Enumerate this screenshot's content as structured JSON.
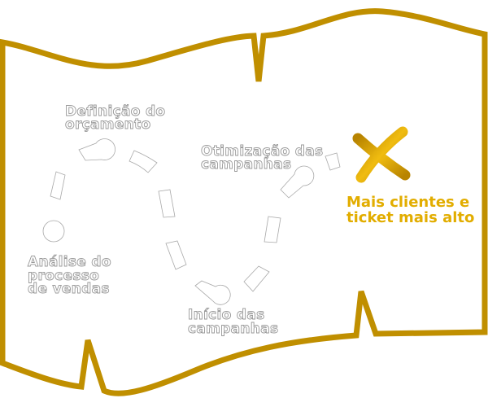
{
  "map": {
    "border_color": "#c08f00",
    "goal_color": "#e2ad00",
    "steps": [
      {
        "lines": [
          "Análise do",
          "processo",
          "de vendas"
        ]
      },
      {
        "lines": [
          "Definição do",
          "orçamento"
        ]
      },
      {
        "lines": [
          "Início das",
          "campanhas"
        ]
      },
      {
        "lines": [
          "Otimização das",
          "campanhas"
        ]
      }
    ],
    "goal": {
      "lines": [
        "Mais clientes e",
        "ticket mais alto"
      ],
      "icon": "x-mark-icon"
    }
  }
}
